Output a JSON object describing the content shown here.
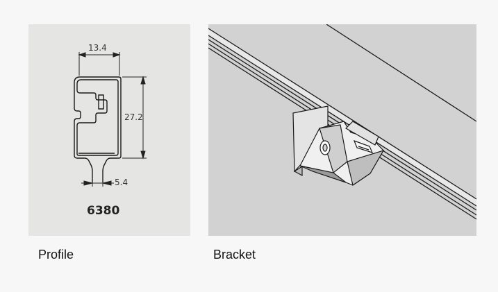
{
  "profile": {
    "caption": "Profile",
    "width_dim": "13.4",
    "height_dim": "27.2",
    "foot_dim": "5.4",
    "model_code": "6380"
  },
  "bracket": {
    "caption": "Bracket"
  },
  "colors": {
    "page_bg": "#f7f7f7",
    "profile_bg": "#e5e5e3",
    "bracket_bg": "#d2d2d2",
    "line": "#1a1a1a"
  }
}
